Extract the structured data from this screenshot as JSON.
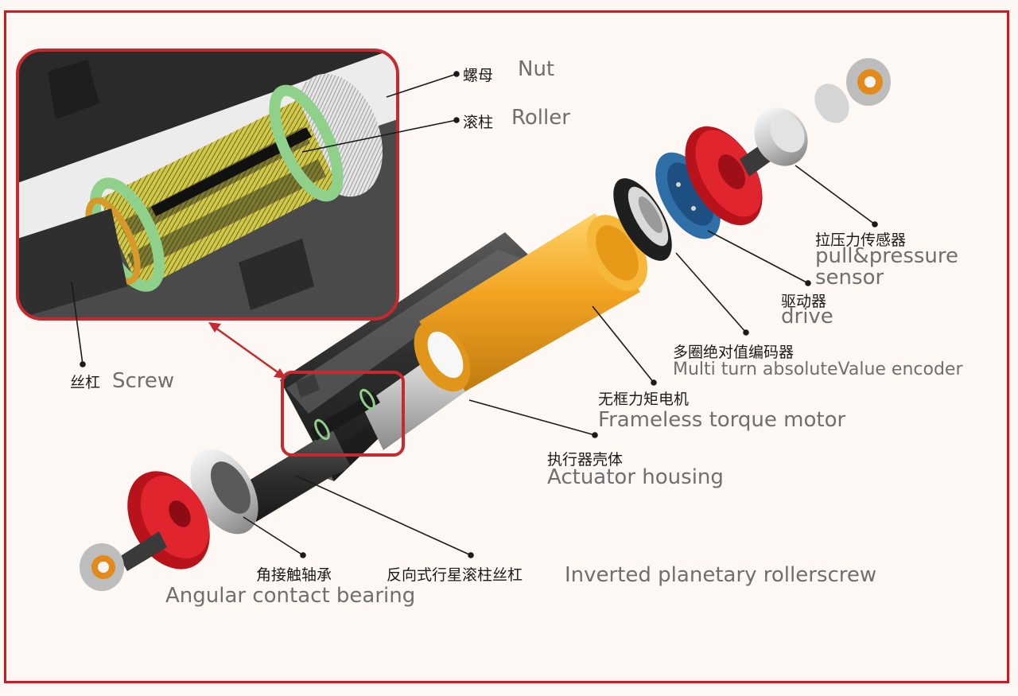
{
  "labels": {
    "nut": {
      "cn": "螺母",
      "en": "Nut"
    },
    "roller": {
      "cn": "滚柱",
      "en": "Roller"
    },
    "screw": {
      "cn": "丝杠",
      "en": "Screw"
    },
    "sensor": {
      "cn": "拉压力传感器",
      "en1": "pull&pressure",
      "en2": "sensor"
    },
    "drive": {
      "cn": "驱动器",
      "en": "drive"
    },
    "encoder": {
      "cn": "多圈绝对值编码器",
      "en": "Multi turn absoluteValue encoder"
    },
    "motor": {
      "cn": "无框力矩电机",
      "en": "Frameless torque motor"
    },
    "housing": {
      "cn": "执行器壳体",
      "en": "Actuator housing"
    },
    "bearing": {
      "cn": "角接触轴承",
      "en": "Angular contact bearing"
    },
    "rollerscrew": {
      "cn": "反向式行星滚柱丝杠",
      "en": "Inverted planetary rollerscrew"
    }
  },
  "colors": {
    "frame": "#d9161f",
    "highlight": "#c62a2f",
    "motor": "#f2a421",
    "sensor": "#d8202a",
    "encoder": "#2f6fa8",
    "roller": "#c9c34a",
    "ring": "#8fd08a",
    "bearing_ring": "#d79a2a"
  }
}
